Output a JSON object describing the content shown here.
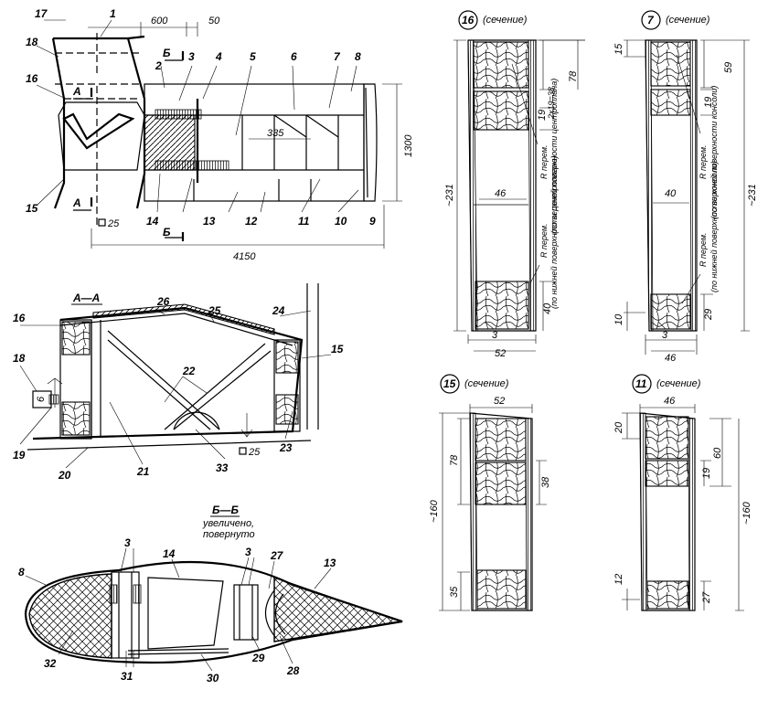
{
  "plan_view": {
    "callouts": [
      "17",
      "1",
      "600",
      "50",
      "18",
      "16",
      "2",
      "3",
      "4",
      "5",
      "6",
      "7",
      "8",
      "335",
      "1300",
      "15",
      "14",
      "13",
      "12",
      "11",
      "10",
      "9",
      "25",
      "4150"
    ],
    "section_marks": {
      "a": "А",
      "b": "Б"
    }
  },
  "section_aa": {
    "title": "А—А",
    "callouts": [
      "16",
      "18",
      "19",
      "20",
      "21",
      "22",
      "33",
      "23",
      "24",
      "25",
      "26",
      "15",
      "6",
      "25"
    ]
  },
  "section_bb": {
    "title": "Б—Б",
    "subtitle_1": "увеличено,",
    "subtitle_2": "повернуто",
    "callouts": [
      "8",
      "3",
      "14",
      "3",
      "27",
      "13",
      "32",
      "31",
      "30",
      "29",
      "28"
    ]
  },
  "rib16": {
    "number": "16",
    "label": "(сечение)",
    "dims": {
      "height": "~231",
      "width": "52",
      "inner": "46",
      "bottom_off": "3",
      "top_block": "78",
      "flange_top": "2x19=38",
      "mid_19": "19",
      "bottom_block": "40"
    },
    "notes": {
      "top_r": "R перем.",
      "top_desc": "(по верхней поверхности центроплана)",
      "bot_r": "R перем.",
      "bot_desc": "(по нижней поверхности центроплана)"
    }
  },
  "rib7": {
    "number": "7",
    "label": "(сечение)",
    "dims": {
      "top15": "15",
      "block59": "59",
      "mid19": "19",
      "height": "~231",
      "inner": "40",
      "bottom10": "10",
      "bottom_off": "3",
      "bottom_block": "29",
      "width": "46"
    },
    "notes": {
      "top_r": "R перем.",
      "top_desc": "(по верхней поверхности консоли)",
      "bot_r": "R перем.",
      "bot_desc": "(по нижней поверхности консоли)"
    }
  },
  "rib15": {
    "number": "15",
    "label": "(сечение)",
    "dims": {
      "width": "52",
      "height": "~160",
      "top_block": "78",
      "flange": "38",
      "bottom_block": "35"
    }
  },
  "rib11": {
    "number": "11",
    "label": "(сечение)",
    "dims": {
      "width": "46",
      "top20": "20",
      "block60": "60",
      "mid19": "19",
      "height": "~160",
      "bottom12": "12",
      "bottom27": "27"
    }
  }
}
